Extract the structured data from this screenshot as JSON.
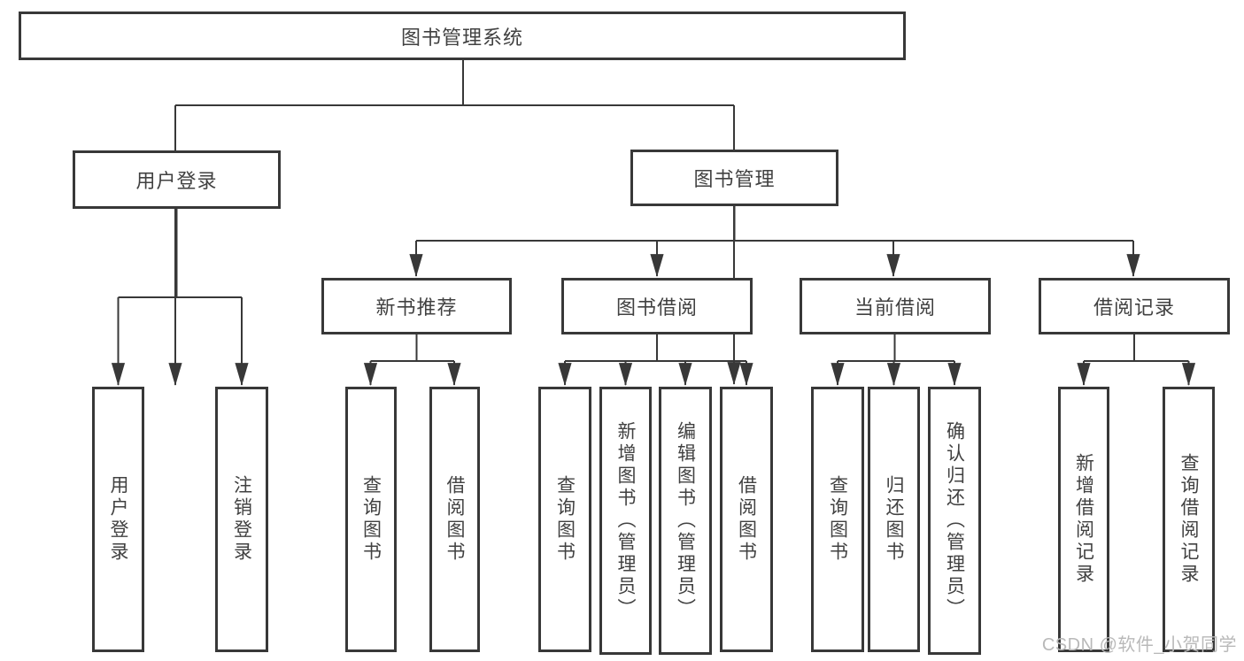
{
  "diagram": {
    "type": "hierarchy-tree",
    "orientation": "top-down"
  },
  "tree": {
    "label": "图书管理系统",
    "children": [
      {
        "label": "用户登录",
        "children": [
          {
            "label": "用户登录"
          },
          {
            "label": "注销登录"
          }
        ]
      },
      {
        "label": "图书管理",
        "children": [
          {
            "label": "新书推荐",
            "children": [
              {
                "label": "查询图书"
              },
              {
                "label": "借阅图书"
              }
            ]
          },
          {
            "label": "图书借阅",
            "children": [
              {
                "label": "查询图书"
              },
              {
                "label": "新增图书（管理员）"
              },
              {
                "label": "编辑图书（管理员）"
              },
              {
                "label": "借阅图书"
              }
            ]
          },
          {
            "label": "当前借阅",
            "children": [
              {
                "label": "查询图书"
              },
              {
                "label": "归还图书"
              },
              {
                "label": "确认归还（管理员）"
              }
            ]
          },
          {
            "label": "借阅记录",
            "children": [
              {
                "label": "新增借阅记录"
              },
              {
                "label": "查询借阅记录"
              }
            ]
          }
        ]
      }
    ]
  },
  "watermark": {
    "text": "CSDN @软件_小贺同学"
  },
  "colors": {
    "line": "#383838",
    "box_border": "#383838",
    "text": "#414141",
    "watermark": "#b9b9b9",
    "background": "#ffffff"
  }
}
